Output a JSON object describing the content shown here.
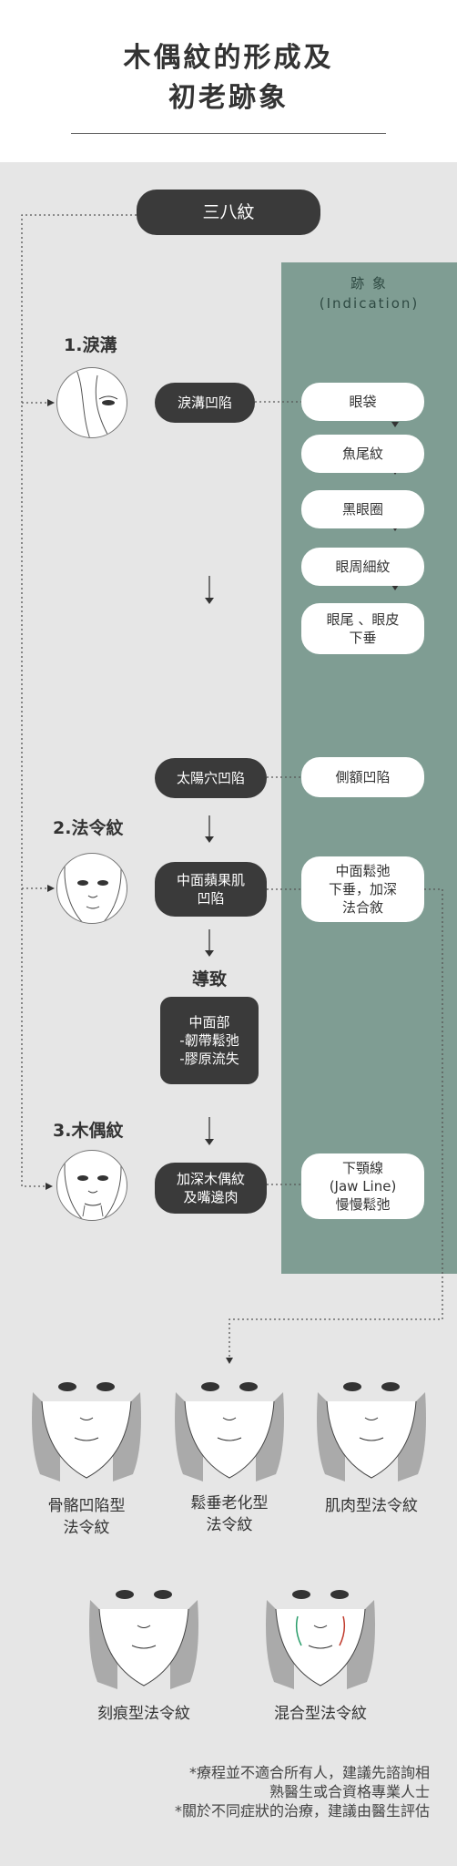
{
  "header": {
    "title_line1": "木偶紋的形成及",
    "title_line2": "初老跡象"
  },
  "top_pill": "三八紋",
  "indication_title": "跡 象\n(Indication)",
  "sections": {
    "s1": "1.淚溝",
    "s2": "2.法令紋",
    "s3": "3.木偶紋"
  },
  "causes": {
    "c1": "淚溝凹陷",
    "c2": "太陽穴凹陷",
    "c3": "中面蘋果肌\n凹陷",
    "c4": "加深木偶紋\n及嘴邊肉",
    "c5": "中面部\n-韌帶鬆弛\n-膠原流失"
  },
  "lead_label": "導致",
  "indications": [
    "眼袋",
    "魚尾紋",
    "黑眼圈",
    "眼周細紋",
    "眼尾 、眼皮\n下垂",
    "側額凹陷",
    "中面鬆弛\n下垂，加深\n法合敘",
    "下顎線\n(Jaw Line)\n慢慢鬆弛"
  ],
  "types": [
    "骨骼凹陷型\n法令紋",
    "鬆垂老化型\n法令紋",
    "肌肉型法令紋",
    "刻痕型法令紋",
    "混合型法令紋"
  ],
  "footnote": "*療程並不適合所有人，建議先諮詢相\n熟醫生或合資格專業人士\n*關於不同症狀的治療，建議由醫生評估"
}
